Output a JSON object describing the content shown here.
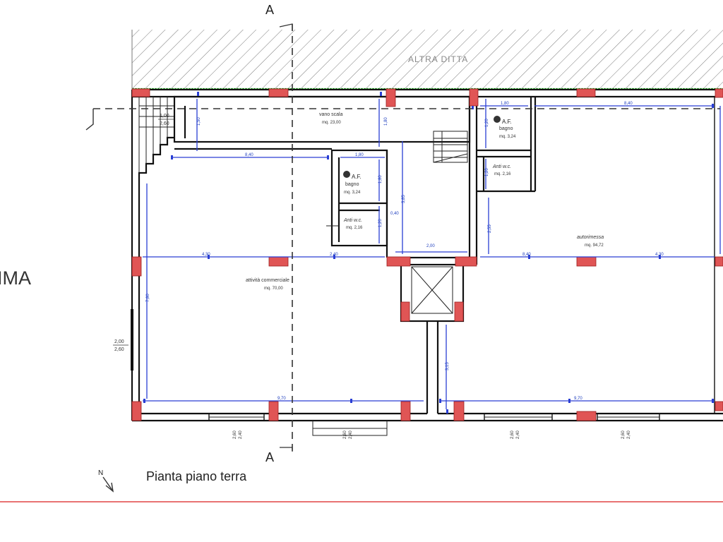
{
  "drawing": {
    "title": "Pianta piano terra",
    "left_edge_text": "IMA",
    "neighbour_label": "ALTRA DITTA",
    "section_top": "A",
    "section_bottom": "A",
    "north": "N"
  },
  "rooms": {
    "stair": {
      "name": "vano scala",
      "area": "mq. 23,00"
    },
    "shop": {
      "name": "attività commerciale",
      "area": "mq. 70,00"
    },
    "garage": {
      "name": "autorimessa",
      "area": "mq. 94,72"
    },
    "bath_left": {
      "name": "A.F.",
      "name2": "bagno",
      "area": "mq. 3,24"
    },
    "anti_left": {
      "name": "Anti w.c.",
      "area": "mq. 2,16"
    },
    "bath_right": {
      "name": "A.F.",
      "name2": "bagno",
      "area": "mq. 3,24"
    },
    "anti_right": {
      "name": "Anti w.c.",
      "area": "mq. 2,16"
    }
  },
  "openings": {
    "win_left_a": "1,00",
    "win_left_b": "2,60",
    "win_mid_a": "2,00",
    "win_mid_b": "2,60",
    "door_b1_a": "2,60",
    "door_b1_b": "2,40",
    "door_b2_a": "2,60",
    "door_b2_b": "2,40",
    "door_b3_a": "2,60",
    "door_b3_b": "2,40",
    "door_b4_a": "2,60",
    "door_b4_b": "2,40"
  },
  "dimensions": {
    "d_top_right": "8,40",
    "d_shop_top": "8,40",
    "d_bath_w": "1,80",
    "d_bath_w2": "1,80",
    "d_mid_left": "4,30",
    "d_mid_c": "2,40",
    "d_mid_r1": "8,40",
    "d_mid_r2": "4,30",
    "d_stair_gap": "2,00",
    "d_shop_bottom": "9,70",
    "d_garage_bottom": "9,70",
    "d_left_h": "7,80",
    "d_stair_h": "1,50",
    "d_stair_h2": "1,80",
    "d_bath_h": "1,80",
    "d_bath_h2": "1,20",
    "d_core_h": "3,85",
    "d_core_h2": "1,20",
    "d_garage_h": "2,55",
    "d_right_h": "1,20",
    "d_corr_h": "3,15",
    "d_gap": "0,40"
  },
  "colors": {
    "wall": "#111111",
    "dimension": "#2a3fd4",
    "pillar": "#e05555",
    "boundary": "#2fa52f",
    "frame_line": "#e04444"
  }
}
